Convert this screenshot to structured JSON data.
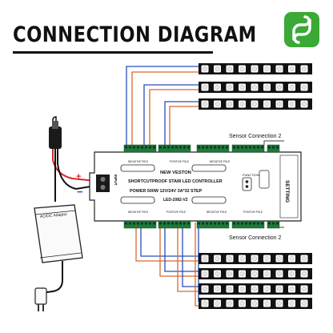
{
  "page": {
    "title": "CONNECTION DIAGRAM",
    "brand_color": "#3aa935"
  },
  "logo": {
    "icon": "brand-s-logo-icon"
  },
  "adapter": {
    "label": "AC/DC Adaptor"
  },
  "polarity": {
    "plus": "+",
    "minus": "−"
  },
  "sensors": {
    "top_label": "Sensor Connection 2",
    "bottom_label": "Sensor Connection 2"
  },
  "controller": {
    "line1": "NEW VESTON",
    "line2": "SHORTCUTPROOF STAIR LED CONTROLLER",
    "line3": "POWER 500W 12V/24V 3A*32 STEP",
    "line4": "LED-2082-V2",
    "input_label": "INPUT",
    "setting_label": "SETTING",
    "function_label": "FUNCTION",
    "negative_pole": "NEGATIVE POLE",
    "positive_pole": "POSITIVE POLE"
  },
  "strips": {
    "top_count": 3,
    "bottom_count": 4
  },
  "colors": {
    "wire_orange": "#d9692a",
    "wire_blue": "#2b4db8",
    "wire_red": "#d22b2b",
    "terminal_green": "#1d7a3a",
    "led_strip": "#111111"
  }
}
